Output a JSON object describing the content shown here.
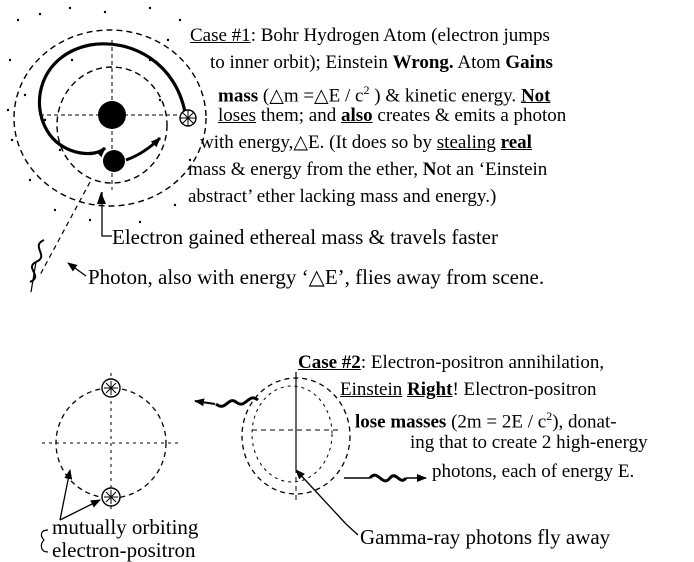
{
  "case1": {
    "line1": {
      "label": "Case #1",
      "colon": ":",
      "text": " Bohr Hydrogen Atom (electron jumps"
    },
    "line2": {
      "a": "to inner orbit); Einstein ",
      "b": "Wrong.",
      "c": " Atom ",
      "d": "Gains"
    },
    "line3": {
      "a": "mass",
      "b": " (△m =△E / c",
      "sup": "2",
      "c": " ) & kinetic energy. ",
      "d": "Not"
    },
    "line4": {
      "a": "loses",
      "b": " them; and ",
      "c": "also",
      "d": " creates & emits a photon"
    },
    "line5": {
      "a": "with energy,△E. (It does so by ",
      "b": "stealing",
      "c": " ",
      "d": "real"
    },
    "line6": {
      "a": "mass & energy from the ether, ",
      "b": "N",
      "c": "ot an ‘Einstein"
    },
    "line7": "abstract’ ether lacking mass and energy.)"
  },
  "electron_label": "Electron gained ethereal mass & travels faster",
  "photon_label": "Photon, also with energy ‘△E’, flies away from scene.",
  "case2": {
    "line1": {
      "label": "Case #2",
      "text": ": Electron-positron annihilation,"
    },
    "line2": {
      "a": "Einstein",
      "b": " ",
      "c": "Right",
      "d": "!",
      "e": " Electron-positron"
    },
    "line3": {
      "a": "lose masses",
      "b": " (2m = 2E / c",
      "sup": "2",
      "c": "), donat-"
    },
    "line4": "ing that to create 2 high-energy",
    "line5": "photons, each of energy E."
  },
  "gamma_label": "Gamma-ray photons fly away",
  "pair_label": {
    "line1": "mutually orbiting",
    "line2": "electron-positron"
  }
}
